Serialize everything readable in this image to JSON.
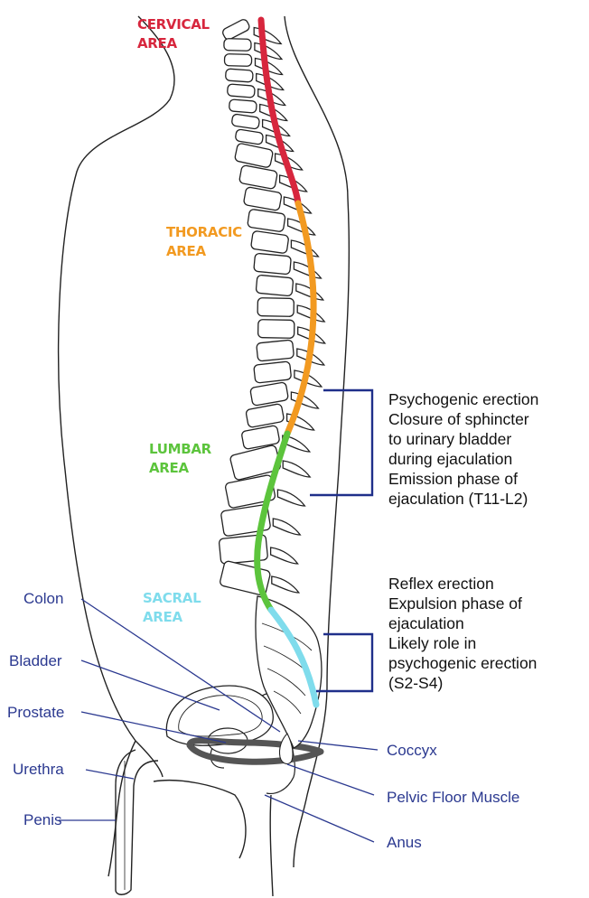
{
  "colors": {
    "cervical": "#d7263d",
    "thoracic": "#f29a21",
    "lumbar": "#5cc43c",
    "sacral": "#7fdcec",
    "labels": "#2b3990",
    "bracket": "#1f2f8a",
    "outline": "#222222",
    "muscle": "#555555"
  },
  "regions": {
    "cervical": [
      "CERVICAL",
      "AREA"
    ],
    "thoracic": [
      "THORACIC",
      "AREA"
    ],
    "lumbar": [
      "LUMBAR",
      "AREA"
    ],
    "sacral": [
      "SACRAL",
      "AREA"
    ]
  },
  "annotations": {
    "upper": [
      "Psychogenic erection",
      "Closure of sphincter",
      "to urinary bladder",
      "during ejaculation",
      "Emission phase of",
      "ejaculation (T11-L2)"
    ],
    "lower": [
      "Reflex erection",
      "Expulsion phase of",
      "ejaculation",
      "Likely role in",
      "psychogenic erection",
      "(S2-S4)"
    ]
  },
  "anatomy": {
    "colon": "Colon",
    "bladder": "Bladder",
    "prostate": "Prostate",
    "urethra": "Urethra",
    "penis": "Penis",
    "coccyx": "Coccyx",
    "pelvic_floor_muscle": "Pelvic Floor Muscle",
    "anus": "Anus"
  }
}
